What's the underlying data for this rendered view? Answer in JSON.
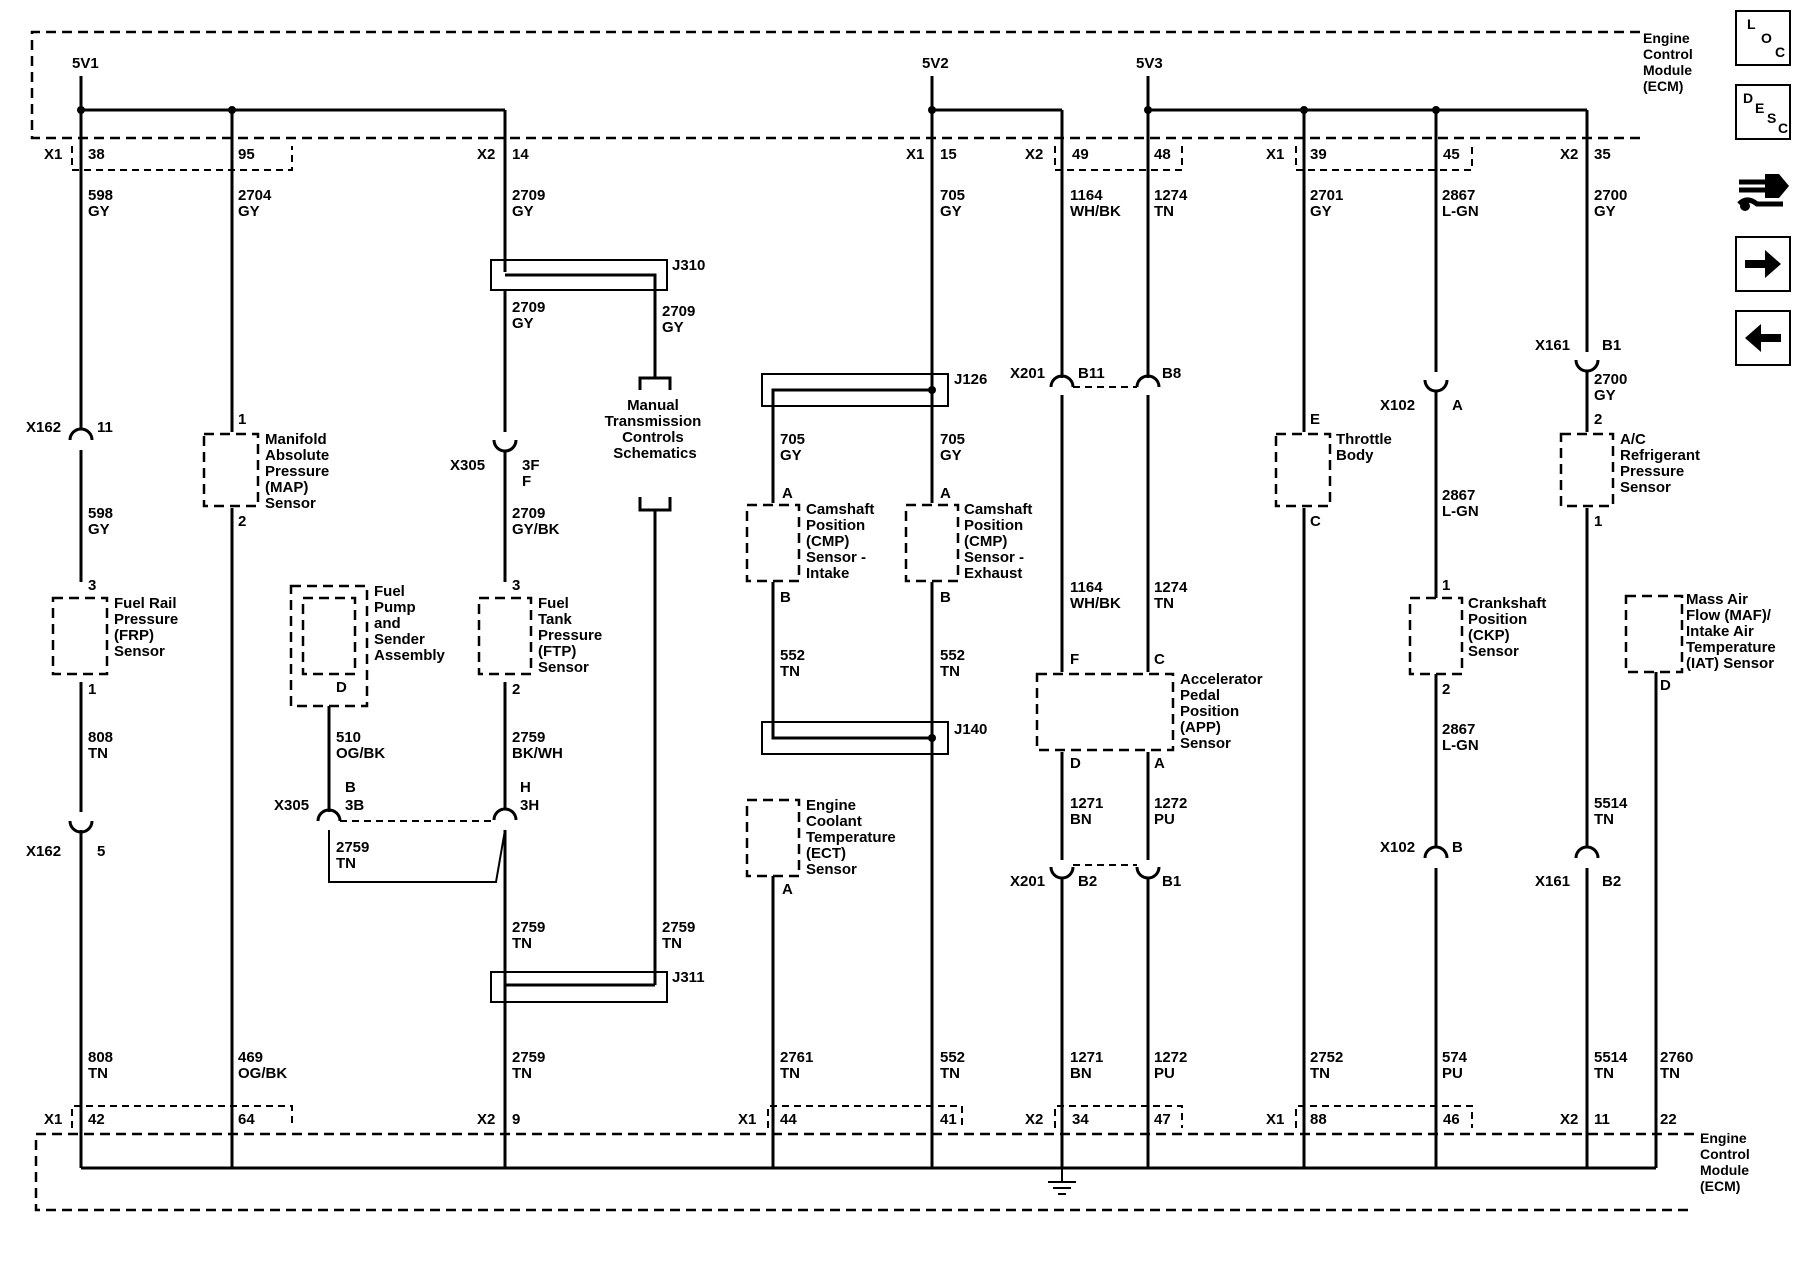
{
  "ecm_title": [
    "Engine",
    "Control",
    "Module",
    "(ECM)"
  ],
  "supplies": [
    "5V1",
    "5V2",
    "5V3"
  ],
  "top_connector": {
    "groups": [
      "X1",
      "X2",
      "X1",
      "X2",
      "X1",
      "X2"
    ],
    "pins": [
      "38",
      "95",
      "14",
      "15",
      "49",
      "48",
      "39",
      "45",
      "35"
    ]
  },
  "bottom_connector": {
    "groups": [
      "X1",
      "X2",
      "X1",
      "X2",
      "X1",
      "X2"
    ],
    "pins": [
      "42",
      "64",
      "9",
      "44",
      "41",
      "34",
      "47",
      "88",
      "46",
      "11",
      "22"
    ]
  },
  "wire_labels": [
    [
      "598",
      "GY"
    ],
    [
      "2704",
      "GY"
    ],
    [
      "2709",
      "GY"
    ],
    [
      "705",
      "GY"
    ],
    [
      "1164",
      "WH/BK"
    ],
    [
      "1274",
      "TN"
    ],
    [
      "2701",
      "GY"
    ],
    [
      "2867",
      "L-GN"
    ],
    [
      "2700",
      "GY"
    ],
    [
      "2709",
      "GY"
    ],
    [
      "2709",
      "GY"
    ],
    [
      "598",
      "GY"
    ],
    [
      "2709",
      "GY/BK"
    ],
    [
      "705",
      "GY"
    ],
    [
      "705",
      "GY"
    ],
    [
      "1164",
      "WH/BK"
    ],
    [
      "1274",
      "TN"
    ],
    [
      "2867",
      "L-GN"
    ],
    [
      "2700",
      "GY"
    ],
    [
      "552",
      "TN"
    ],
    [
      "552",
      "TN"
    ],
    [
      "808",
      "TN"
    ],
    [
      "510",
      "OG/BK"
    ],
    [
      "2759",
      "BK/WH"
    ],
    [
      "2867",
      "L-GN"
    ],
    [
      "1271",
      "BN"
    ],
    [
      "1272",
      "PU"
    ],
    [
      "5514",
      "TN"
    ],
    [
      "2759",
      "TN"
    ],
    [
      "2759",
      "TN"
    ],
    [
      "2759",
      "TN"
    ],
    [
      "808",
      "TN"
    ],
    [
      "469",
      "OG/BK"
    ],
    [
      "2759",
      "TN"
    ],
    [
      "2761",
      "TN"
    ],
    [
      "552",
      "TN"
    ],
    [
      "1271",
      "BN"
    ],
    [
      "1272",
      "PU"
    ],
    [
      "2752",
      "TN"
    ],
    [
      "574",
      "PU"
    ],
    [
      "5514",
      "TN"
    ],
    [
      "2760",
      "TN"
    ]
  ],
  "connectors": [
    "X162",
    "X305",
    "X201",
    "X102",
    "X161",
    "X305",
    "X162",
    "X201",
    "X102",
    "X161"
  ],
  "connector_pins": [
    "11",
    "3F",
    "F",
    "B11",
    "B8",
    "A",
    "B1",
    "B",
    "3B",
    "H",
    "3H",
    "5",
    "B2",
    "B1",
    "B",
    "B2"
  ],
  "splices": [
    "J310",
    "J126",
    "J140",
    "J311"
  ],
  "components": [
    [
      "Fuel Rail",
      "Pressure",
      "(FRP)",
      "Sensor"
    ],
    [
      "Manifold",
      "Absolute",
      "Pressure",
      "(MAP)",
      "Sensor"
    ],
    [
      "Fuel",
      "Pump",
      "and",
      "Sender",
      "Assembly"
    ],
    [
      "Fuel",
      "Tank",
      "Pressure",
      "(FTP)",
      "Sensor"
    ],
    [
      "Manual",
      "Transmission",
      "Controls",
      "Schematics"
    ],
    [
      "Camshaft",
      "Position",
      "(CMP)",
      "Sensor -",
      "Intake"
    ],
    [
      "Camshaft",
      "Position",
      "(CMP)",
      "Sensor -",
      "Exhaust"
    ],
    [
      "Engine",
      "Coolant",
      "Temperature",
      "(ECT)",
      "Sensor"
    ],
    [
      "Accelerator",
      "Pedal",
      "Position",
      "(APP)",
      "Sensor"
    ],
    [
      "Throttle",
      "Body"
    ],
    [
      "A/C",
      "Refrigerant",
      "Pressure",
      "Sensor"
    ],
    [
      "Crankshaft",
      "Position",
      "(CKP)",
      "Sensor"
    ],
    [
      "Mass Air",
      "Flow (MAF)/",
      "Intake Air",
      "Temperature",
      "(IAT) Sensor"
    ]
  ],
  "component_pins": [
    "3",
    "1",
    "1",
    "2",
    "D",
    "3",
    "2",
    "A",
    "B",
    "A",
    "B",
    "A",
    "F",
    "C",
    "D",
    "A",
    "E",
    "C",
    "2",
    "1",
    "1",
    "2",
    "D"
  ],
  "nav": {
    "loc": [
      "L",
      "O",
      "C"
    ],
    "desc": [
      "D",
      "E",
      "S",
      "C"
    ]
  }
}
